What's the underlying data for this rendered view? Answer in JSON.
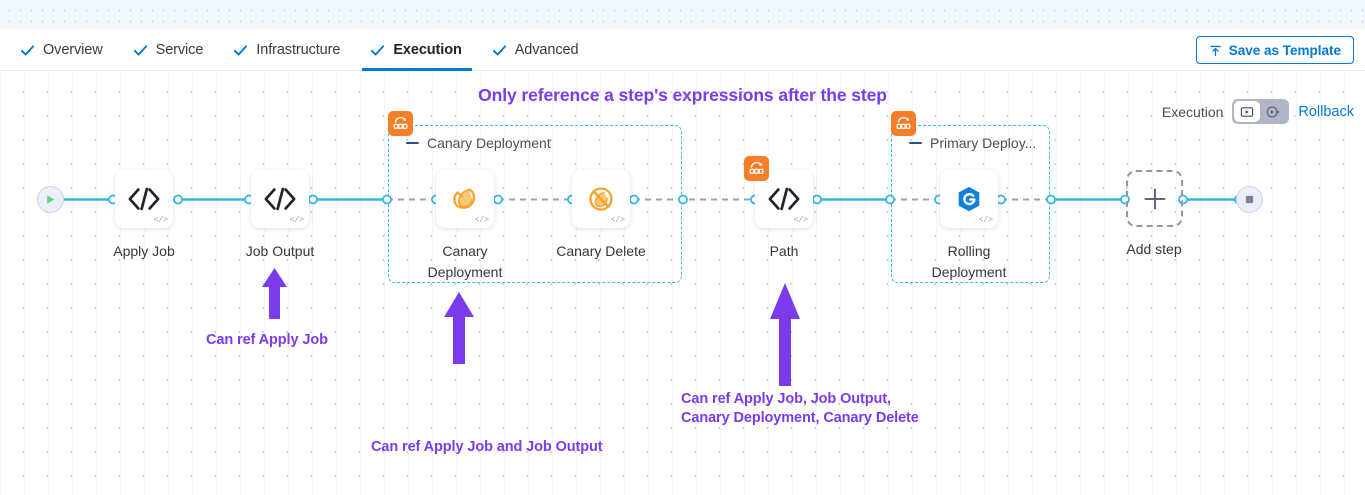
{
  "colors": {
    "accent_blue": "#0278d5",
    "wire_blue": "#33b6e8",
    "purple": "#7c3aed",
    "orange": "#f77e28",
    "group_border": "#33bde5"
  },
  "tabs": [
    {
      "label": "Overview",
      "icon": "check-icon",
      "active": false
    },
    {
      "label": "Service",
      "icon": "check-icon",
      "active": false
    },
    {
      "label": "Infrastructure",
      "icon": "check-icon",
      "active": false
    },
    {
      "label": "Execution",
      "icon": "check-icon",
      "active": true
    },
    {
      "label": "Advanced",
      "icon": "check-icon",
      "active": false
    }
  ],
  "toolbar": {
    "save_template_label": "Save as Template",
    "save_template_icon": "upload-icon"
  },
  "canvas": {
    "headline": "Only reference a step's expressions after the step"
  },
  "exec_control": {
    "label": "Execution",
    "toggle_options": [
      {
        "icon": "execution-view-icon",
        "selected": true
      },
      {
        "icon": "rollback-view-icon",
        "selected": false
      }
    ],
    "rollback_label": "Rollback"
  },
  "pipeline": {
    "start_node": {
      "name": "start-node",
      "icon": "play-icon"
    },
    "end_node": {
      "name": "end-node",
      "icon": "stop-icon"
    },
    "add_step": {
      "label": "Add step",
      "icon": "plus-icon"
    },
    "nodes": [
      {
        "id": "apply-job",
        "label": "Apply Job",
        "icon": "shell-script-icon",
        "badge": null
      },
      {
        "id": "job-output",
        "label": "Job Output",
        "icon": "shell-script-icon",
        "badge": null
      },
      {
        "id": "canary-deployment",
        "label": "Canary\nDeployment",
        "icon": "canary-bird-icon",
        "badge": null
      },
      {
        "id": "canary-delete",
        "label": "Canary Delete",
        "icon": "canary-delete-icon",
        "badge": null
      },
      {
        "id": "path",
        "label": "Path",
        "icon": "shell-script-icon",
        "badge": "step-group-icon"
      },
      {
        "id": "rolling-deployment",
        "label": "Rolling\nDeployment",
        "icon": "rolling-deploy-icon",
        "badge": null
      }
    ],
    "groups": [
      {
        "id": "canary-deployment-group",
        "title": "Canary Deployment",
        "badge": "step-group-icon"
      },
      {
        "id": "primary-deployment-group",
        "title": "Primary Deploy...",
        "badge": "step-group-icon"
      }
    ]
  },
  "annotations": [
    {
      "id": "anno-apply-job",
      "text": "Can ref Apply Job"
    },
    {
      "id": "anno-canary-dep",
      "text": "Can ref Apply Job and Job Output"
    },
    {
      "id": "anno-path",
      "text": "Can ref Apply Job, Job Output,\nCanary Deployment, Canary Delete"
    }
  ]
}
